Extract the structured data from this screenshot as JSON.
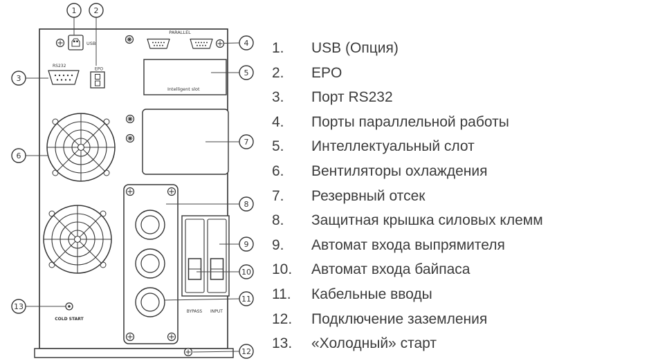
{
  "page": {
    "background": "#ffffff",
    "line_color": "#333333",
    "text_color": "#3b3b3b"
  },
  "diagram": {
    "labels": {
      "usb": "USB",
      "parallel": "PARALLEL",
      "rs232": "RS232",
      "epo": "EPO",
      "intelligent_slot": "Intelligent slot",
      "bypass": "BYPASS",
      "input": "INPUT",
      "cold_start": "COLD START"
    },
    "callout_numbers": [
      "1",
      "2",
      "3",
      "4",
      "5",
      "6",
      "7",
      "8",
      "9",
      "10",
      "11",
      "12",
      "13"
    ]
  },
  "legend": {
    "items": [
      {
        "num": "1.",
        "label": "USB (Опция)"
      },
      {
        "num": "2.",
        "label": "EPO"
      },
      {
        "num": "3.",
        "label": "Порт RS232"
      },
      {
        "num": "4.",
        "label": "Порты параллельной работы"
      },
      {
        "num": "5.",
        "label": "Интеллектуальный слот"
      },
      {
        "num": "6.",
        "label": "Вентиляторы охлаждения"
      },
      {
        "num": "7.",
        "label": "Резервный отсек"
      },
      {
        "num": "8.",
        "label": "Защитная крышка силовых клемм"
      },
      {
        "num": "9.",
        "label": "Автомат входа выпрямителя"
      },
      {
        "num": "10.",
        "label": "Автомат входа байпаса"
      },
      {
        "num": "11.",
        "label": "Кабельные вводы"
      },
      {
        "num": "12.",
        "label": "Подключение заземления"
      },
      {
        "num": "13.",
        "label": "«Холодный» старт"
      }
    ]
  }
}
